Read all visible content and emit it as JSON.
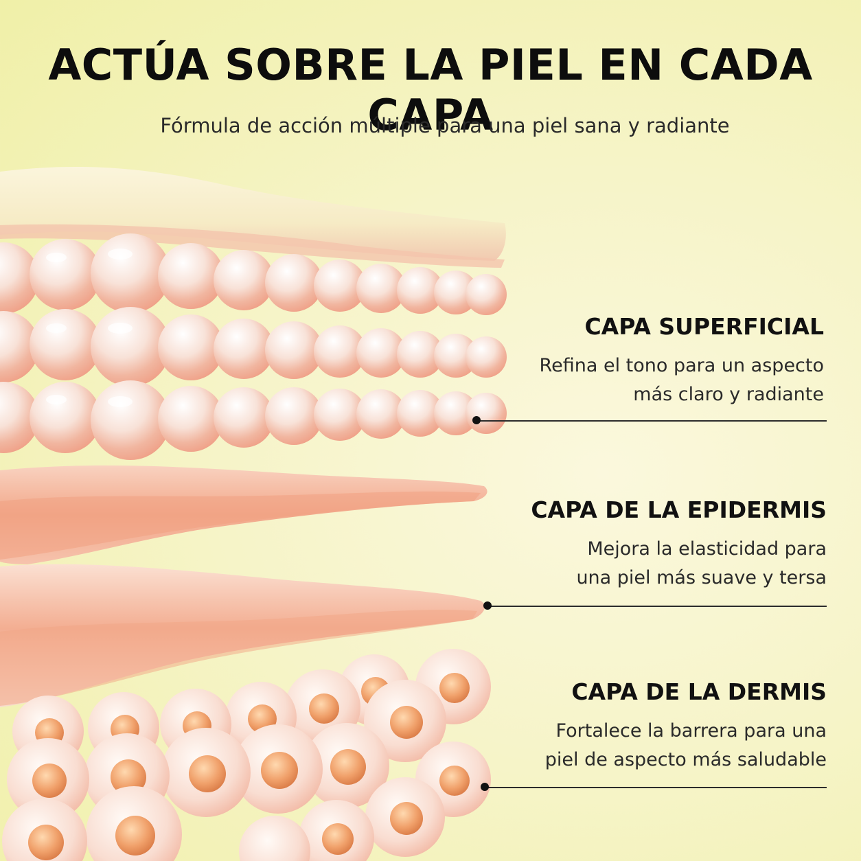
{
  "title": "ACTÚA SOBRE LA PIEL EN CADA CAPA",
  "subtitle": "Fórmula de acción múltiple para una piel sana y radiante",
  "layers": [
    {
      "title": "CAPA SUPERFICIAL",
      "lines": [
        "Refina el tono para un aspecto",
        "más claro y radiante"
      ]
    },
    {
      "title": "CAPA DE LA EPIDERMIS",
      "lines": [
        "Mejora la elasticidad para",
        "una piel más suave y tersa"
      ]
    },
    {
      "title": "CAPA DE LA DERMIS",
      "lines": [
        "Fortalece la barrera para una",
        "piel de aspecto más saludable"
      ]
    }
  ],
  "colors": {
    "background": "#f6f4c8",
    "text": "#111111",
    "skin_peach": "#f2a88a",
    "skin_cream": "#f7f0d0"
  }
}
